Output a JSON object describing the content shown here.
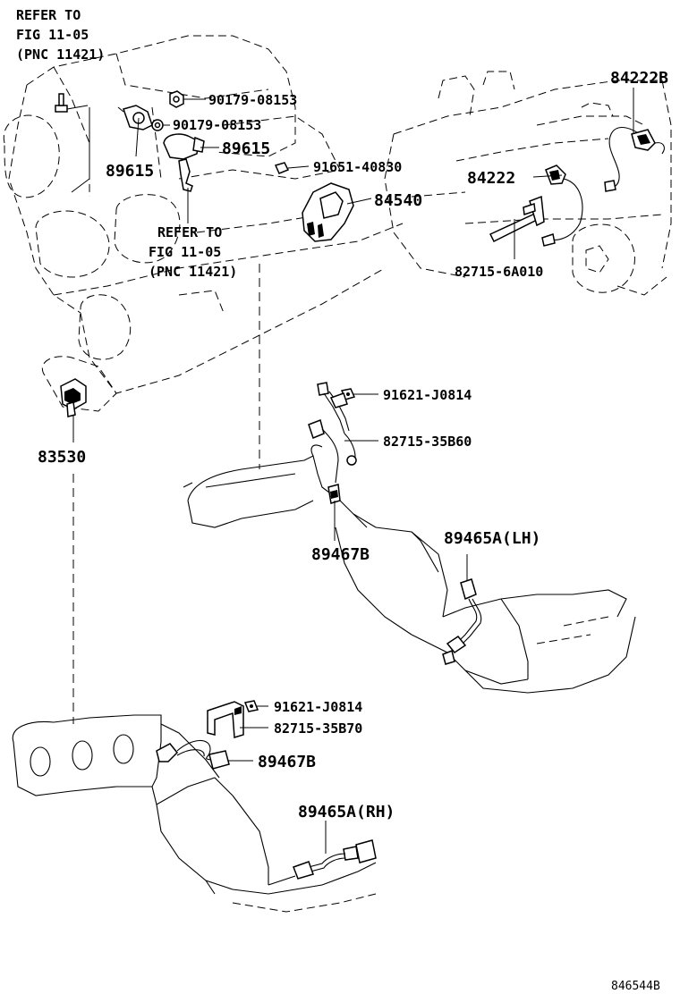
{
  "labels": {
    "refer_top": [
      "REFER TO",
      "FIG 11-05",
      "(PNC 11421)"
    ],
    "refer_mid": [
      "REFER TO",
      "FIG 11-05",
      "(PNC 11421)"
    ],
    "p_90179_a": "90179-08153",
    "p_90179_b": "90179-08153",
    "p_89615_r": "89615",
    "p_89615_l": "89615",
    "p_91651": "91651-40830",
    "p_84540": "84540",
    "p_84222b": "84222B",
    "p_84222": "84222",
    "p_82715_6a010": "82715-6A010",
    "p_83530": "83530",
    "p_91621_a": "91621-J0814",
    "p_82715_35b60": "82715-35B60",
    "p_89467b_a": "89467B",
    "p_89465a_lh": "89465A(LH)",
    "p_91621_b": "91621-J0814",
    "p_82715_35b70": "82715-35B70",
    "p_89467b_b": "89467B",
    "p_89465a_rh": "89465A(RH)",
    "figure_id": "846544B"
  },
  "parts": [
    {
      "number": "90179-08153",
      "type": "nut"
    },
    {
      "number": "90179-08153",
      "type": "washer"
    },
    {
      "number": "89615",
      "type": "knock-sensor"
    },
    {
      "number": "89615",
      "type": "knock-sensor-bolt"
    },
    {
      "number": "91651-40830",
      "type": "bolt"
    },
    {
      "number": "84540",
      "type": "neutral-start-switch"
    },
    {
      "number": "84222B",
      "type": "sensor-with-lead"
    },
    {
      "number": "84222",
      "type": "switch"
    },
    {
      "number": "82715-6A010",
      "type": "bracket"
    },
    {
      "number": "83530",
      "type": "oil-pressure-switch"
    },
    {
      "number": "91621-J0814",
      "type": "bolt"
    },
    {
      "number": "82715-35B60",
      "type": "wire-harness-clamp"
    },
    {
      "number": "89467B",
      "type": "air-fuel-sensor"
    },
    {
      "number": "89465A(LH)",
      "type": "oxygen-sensor"
    },
    {
      "number": "91621-J0814",
      "type": "bolt"
    },
    {
      "number": "82715-35B70",
      "type": "bracket"
    },
    {
      "number": "89467B",
      "type": "air-fuel-sensor"
    },
    {
      "number": "89465A(RH)",
      "type": "oxygen-sensor"
    }
  ]
}
